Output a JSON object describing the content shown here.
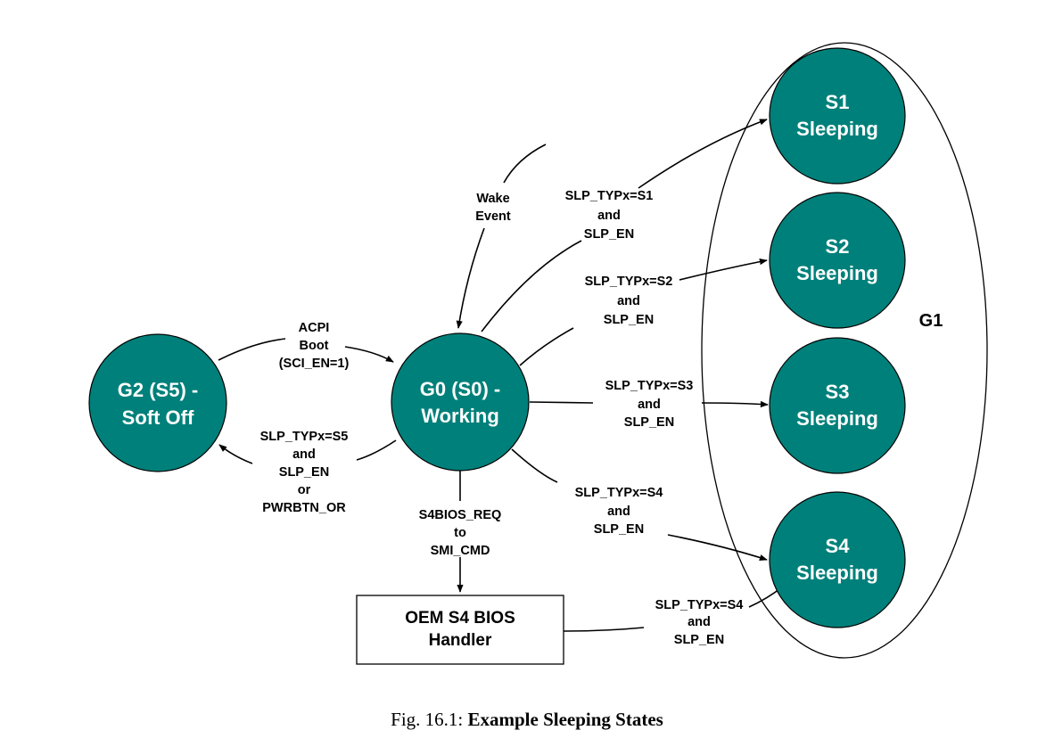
{
  "colors": {
    "node_fill": "#00807a",
    "line": "#000000"
  },
  "nodes": {
    "g2": {
      "line1": "G2 (S5) -",
      "line2": "Soft Off"
    },
    "g0": {
      "line1": "G0 (S0) -",
      "line2": "Working"
    },
    "s1": {
      "line1": "S1",
      "line2": "Sleeping"
    },
    "s2": {
      "line1": "S2",
      "line2": "Sleeping"
    },
    "s3": {
      "line1": "S3",
      "line2": "Sleeping"
    },
    "s4": {
      "line1": "S4",
      "line2": "Sleeping"
    },
    "bios": {
      "line1": "OEM S4 BIOS",
      "line2": "Handler"
    }
  },
  "group_label": "G1",
  "edges": {
    "acpi_boot": [
      "ACPI",
      "Boot",
      "(SCI_EN=1)"
    ],
    "to_s5": [
      "SLP_TYPx=S5",
      "and",
      "SLP_EN",
      "or",
      "PWRBTN_OR"
    ],
    "wake": [
      "Wake",
      "Event"
    ],
    "to_s1": [
      "SLP_TYPx=S1",
      "and",
      "SLP_EN"
    ],
    "to_s2": [
      "SLP_TYPx=S2",
      "and",
      "SLP_EN"
    ],
    "to_s3": [
      "SLP_TYPx=S3",
      "and",
      "SLP_EN"
    ],
    "to_s4": [
      "SLP_TYPx=S4",
      "and",
      "SLP_EN"
    ],
    "s4bios": [
      "S4BIOS_REQ",
      "to",
      "SMI_CMD"
    ],
    "bios_to_s4": [
      "SLP_TYPx=S4",
      "and",
      "SLP_EN"
    ]
  },
  "caption": {
    "prefix": "Fig. 16.1: ",
    "title": "Example Sleeping States"
  }
}
